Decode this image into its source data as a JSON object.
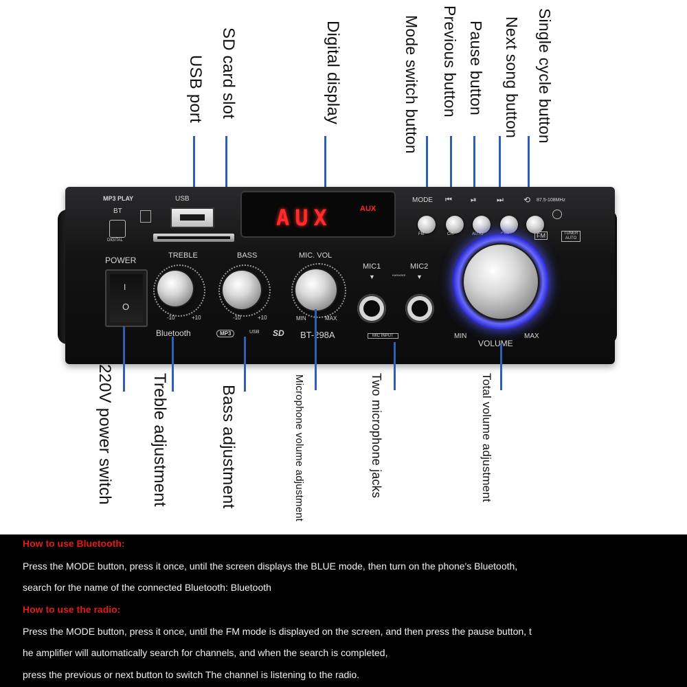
{
  "callouts_top": {
    "usb_port": "USB port",
    "sd_card_slot": "SD card slot",
    "digital_display": "Digital display",
    "mode_switch_button": "Mode switch button",
    "previous_button": "Previous button",
    "pause_button": "Pause button",
    "next_song_button": "Next song button",
    "single_cycle_button": "Single cycle button"
  },
  "callouts_bottom": {
    "power_switch": "220V power switch",
    "treble_adjustment": "Treble adjustment",
    "bass_adjustment": "Bass adjustment",
    "mic_volume_adjustment": "Microphone volume adjustment",
    "two_mic_jacks": "Two microphone jacks",
    "total_volume_adjustment": "Total volume adjustment"
  },
  "panel": {
    "mp3_play": "MP3 PLAY",
    "bt": "BT",
    "usb": "USB",
    "digital": "DIGITAL",
    "power": "POWER",
    "treble": "TREBLE",
    "bass": "BASS",
    "mic_vol": "MIC. VOL",
    "mic1": "MIC1",
    "mic2": "MIC2",
    "karaoke": "KARAOKE",
    "mic_input": "MIC INPUT",
    "mode": "MODE",
    "prev_symbol": "⏮",
    "play_pause_symbol": "⏯",
    "next_symbol": "⏭",
    "repeat_symbol": "⟲",
    "freq_range": "87.5-108MHz",
    "fm_badge": "FM",
    "tuner_auto": "TUNER AUTO",
    "btn_fm": "FM",
    "btn_ch_minus": "CH-",
    "btn_auto": "AUTO",
    "btn_ch_plus": "CH+",
    "display_text": "AUX",
    "display_badge": "AUX",
    "treble_min": "-10",
    "treble_max": "+10",
    "bass_min": "-10",
    "bass_max": "+10",
    "mic_min": "MIN",
    "mic_max": "MAX",
    "vol_min": "MIN",
    "vol_max": "MAX",
    "volume": "VOLUME",
    "bluetooth": "Bluetooth",
    "mp3_logo": "MP3",
    "usb_logo": "USB",
    "sd_logo": "SD",
    "model": "BT-298A",
    "power_on": "I",
    "power_off": "O"
  },
  "instructions": {
    "bt_heading": "How to use Bluetooth:",
    "bt_line1": "Press the MODE button, press it once, until the screen displays the BLUE mode, then turn on the phone's Bluetooth,",
    "bt_line2": "search for the name of the connected Bluetooth: Bluetooth",
    "radio_heading": "How to use the radio:",
    "radio_line1": "Press the MODE button, press it once, until the FM mode is displayed on the screen, and then press the pause button, t",
    "radio_line2": "he amplifier will automatically search for channels, and when the search is completed,",
    "radio_line3": "press the previous or next button to switch The channel is listening to the radio."
  },
  "colors": {
    "leader_line": "#2f5fb4",
    "heading_red": "#e11b1b",
    "display_red": "#ff2a2a",
    "volume_ring": "#6a6aff"
  }
}
